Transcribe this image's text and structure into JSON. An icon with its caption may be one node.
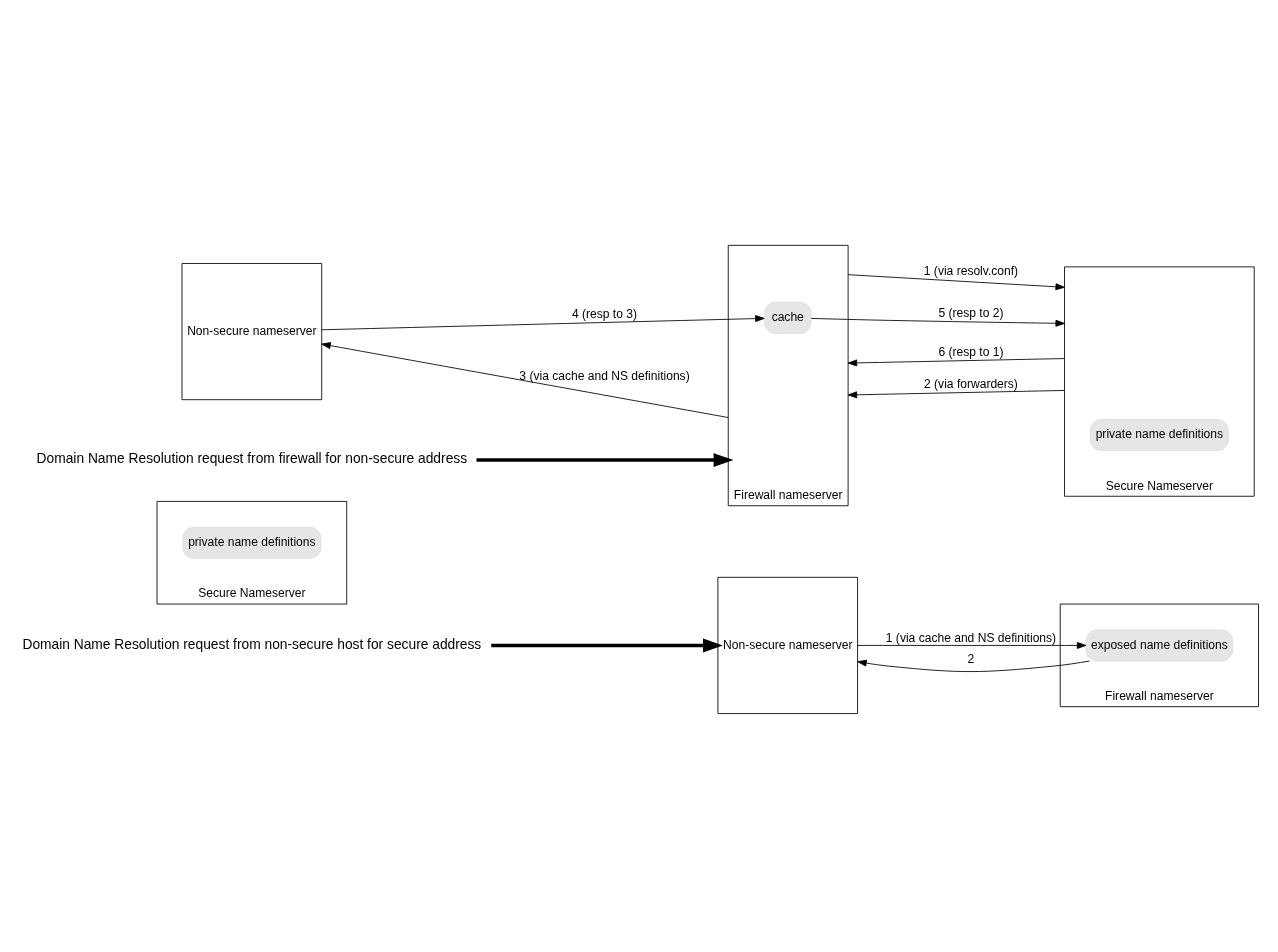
{
  "diagram": {
    "nodes": [
      {
        "text": [
          "Non-secure nameserver"
        ]
      },
      {
        "text": [
          "Firewall nameserver"
        ]
      },
      {
        "text": [
          "exposed name definitions"
        ],
        "in": 1
      },
      {
        "text": [
          "Secure Nameserver"
        ]
      },
      {
        "text": [
          "private name definitions"
        ],
        "in": 3
      },
      {
        "text": [
          "Domain Name Resolution request from non-secure host for secure address"
        ]
      },
      {
        "text": [
          "Non-secure nameserver"
        ]
      },
      {
        "text": [
          "Firewall nameserver"
        ]
      },
      {
        "text": [
          "cache"
        ],
        "in": 7
      },
      {
        "text": [
          "Secure Nameserver"
        ]
      },
      {
        "text": [
          "private name definitions"
        ],
        "in": 9
      },
      {
        "text": [
          "Domain Name Resolution request from firewall for non-secure address"
        ]
      }
    ],
    "edges": [
      {
        "from": 5,
        "to": 0,
        "arrow": "to",
        "style": "thick"
      },
      {
        "from": 0,
        "to": 2,
        "arrow": "to",
        "label": "1 (via cache and NS definitions)"
      },
      {
        "from": 2,
        "to": 0,
        "arrow": "to",
        "label": "2"
      },
      {
        "from": 11,
        "to": 7,
        "arrow": "to",
        "style": "thick"
      },
      {
        "from": 7,
        "to": 9,
        "arrow": "to",
        "label": "1 (via resolv.conf)"
      },
      {
        "from": 9,
        "to": 7,
        "arrow": "to",
        "label": "6 (resp to 1)"
      },
      {
        "from": 9,
        "to": 7,
        "arrow": "to",
        "label": "2 (via forwarders)"
      },
      {
        "from": 7,
        "to": 6,
        "arrow": "to",
        "label": "3 (via cache and NS definitions)"
      },
      {
        "from": 6,
        "to": 8,
        "arrow": "to",
        "label": "4 (resp to 3)"
      },
      {
        "from": 8,
        "to": 9,
        "arrow": "to",
        "label": "5 (resp to 2)"
      }
    ]
  }
}
